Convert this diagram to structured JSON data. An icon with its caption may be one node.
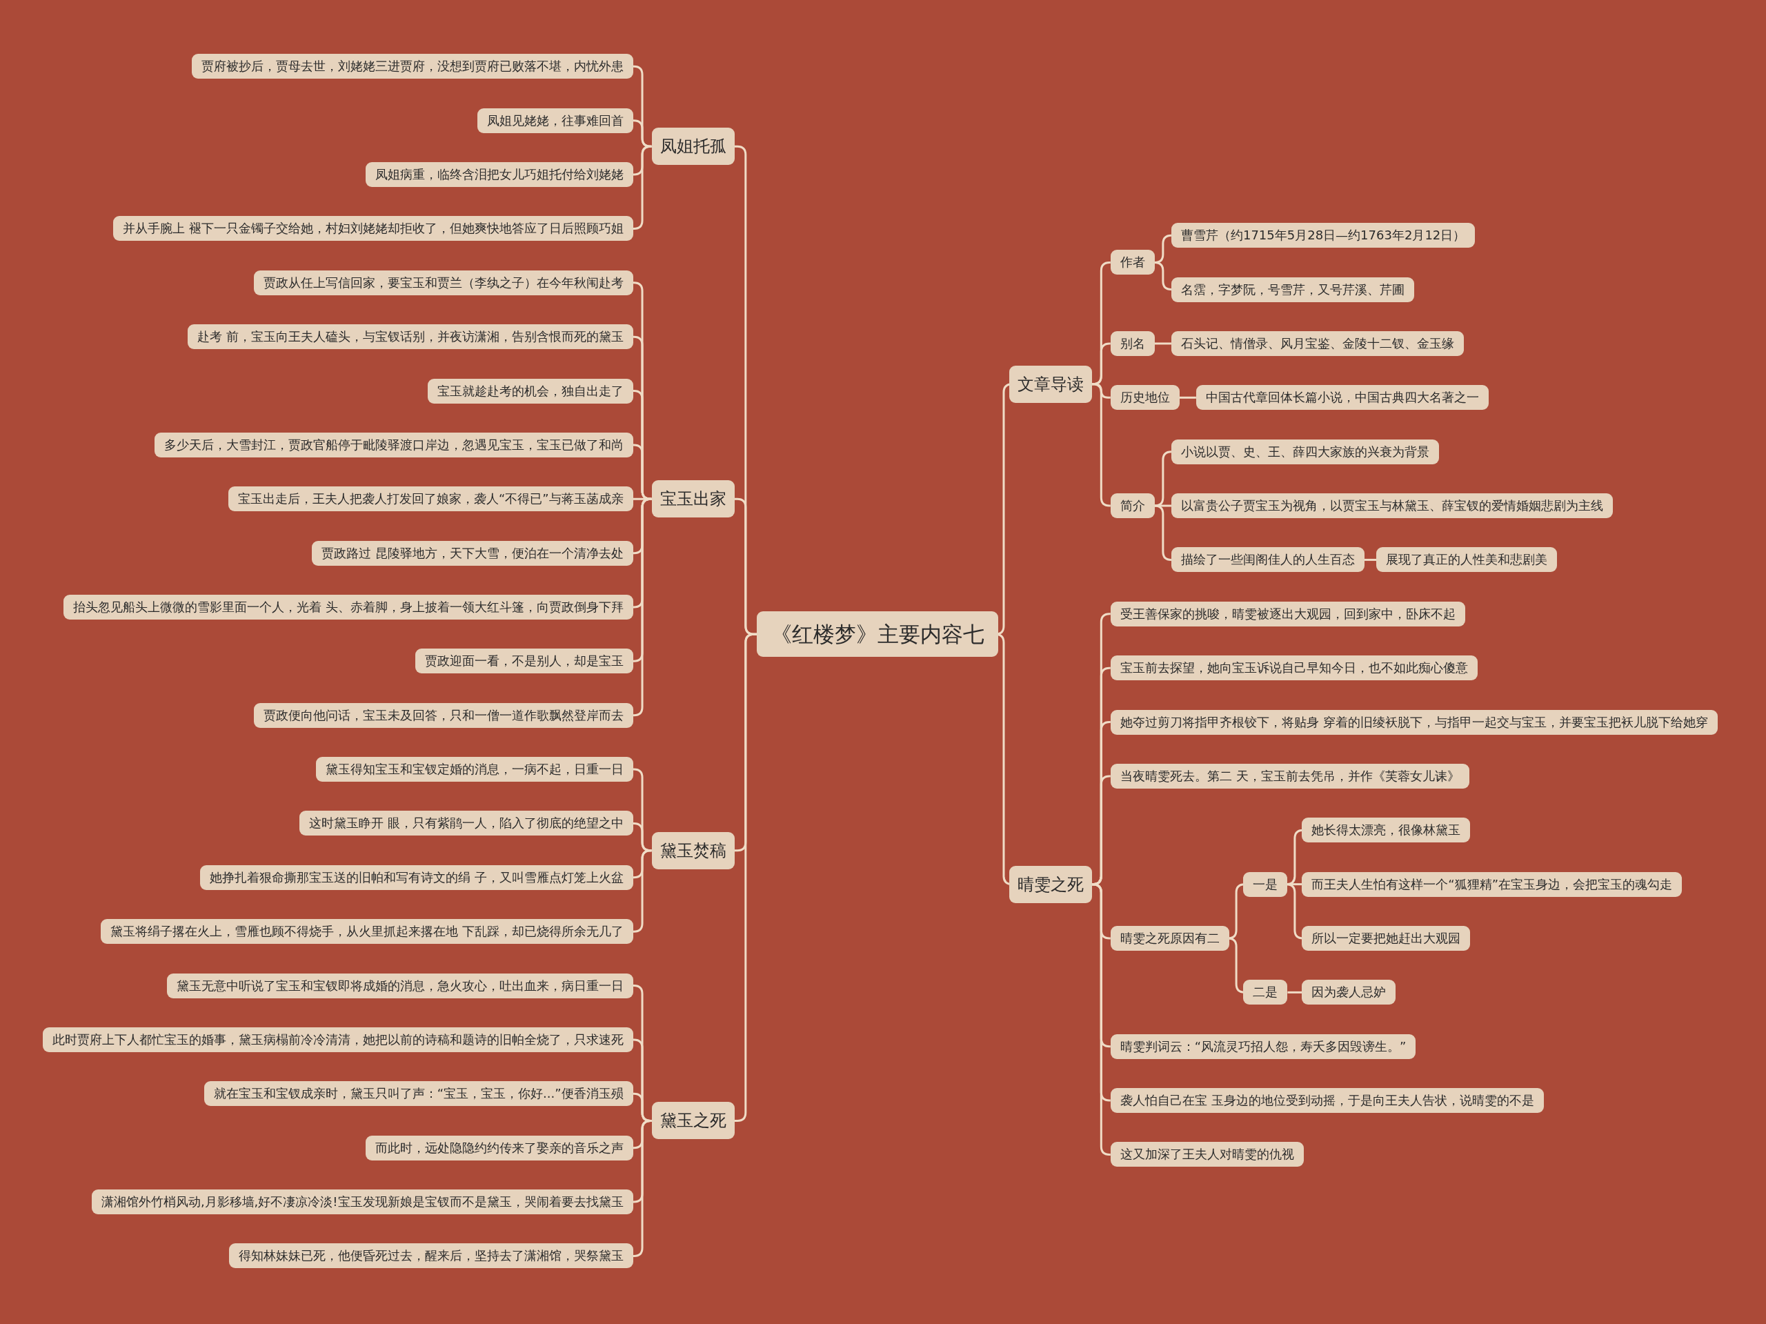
{
  "diagram": {
    "nodes": [
      {
        "text": [
          "《红楼梦》主要内容七"
        ]
      },
      {
        "text": [
          "凤姐托孤"
        ]
      },
      {
        "text": [
          "贾府被抄后，贾母去世，刘姥姥三进贾府，没想到贾府已败落不堪，内忧外患"
        ]
      },
      {
        "text": [
          "凤姐见姥姥，往事难回首"
        ]
      },
      {
        "text": [
          "凤姐病重，临终含泪把女儿巧姐托付给刘姥姥"
        ]
      },
      {
        "text": [
          "并从手腕上 褪下一只金镯子交给她，村妇刘姥姥却拒收了，但她爽快地答应了日后照顾巧姐"
        ]
      },
      {
        "text": [
          "宝玉出家"
        ]
      },
      {
        "text": [
          "贾政从任上写信回家，要宝玉和贾兰（李纨之子）在今年秋闱赴考"
        ]
      },
      {
        "text": [
          "赴考 前，宝玉向王夫人磕头，与宝钗话别，并夜访潇湘，告别含恨而死的黛玉"
        ]
      },
      {
        "text": [
          "宝玉就趁赴考的机会，独自出走了"
        ]
      },
      {
        "text": [
          "多少天后，大雪封江，贾政官船停于毗陵驿渡口岸边，忽遇见宝玉，宝玉已做了和尚"
        ]
      },
      {
        "text": [
          "宝玉出走后，王夫人把袭人打发回了娘家，袭人“不得已”与蒋玉菡成亲"
        ]
      },
      {
        "text": [
          "贾政路过 昆陵驿地方，天下大雪，便泊在一个清净去处"
        ]
      },
      {
        "text": [
          "抬头忽见船头上微微的雪影里面一个人，光着 头、赤着脚，身上披着一领大红斗篷，向贾政倒身下拜"
        ]
      },
      {
        "text": [
          "贾政迎面一看，不是别人，却是宝玉"
        ]
      },
      {
        "text": [
          "贾政便向他问话，宝玉未及回答，只和一僧一道作歌飘然登岸而去"
        ]
      },
      {
        "text": [
          "黛玉焚稿"
        ]
      },
      {
        "text": [
          "黛玉得知宝玉和宝钗定婚的消息，一病不起，日重一日"
        ]
      },
      {
        "text": [
          "这时黛玉睁开 眼，只有紫鹃一人，陷入了彻底的绝望之中"
        ]
      },
      {
        "text": [
          "她挣扎着狠命撕那宝玉送的旧帕和写有诗文的绢 子，又叫雪雁点灯笼上火盆"
        ]
      },
      {
        "text": [
          "黛玉将绢子撂在火上，雪雁也顾不得烧手，从火里抓起来撂在地 下乱踩，却已烧得所余无几了"
        ]
      },
      {
        "text": [
          "黛玉之死"
        ]
      },
      {
        "text": [
          "黛玉无意中听说了宝玉和宝钗即将成婚的消息，急火攻心，吐出血来，病日重一日"
        ]
      },
      {
        "text": [
          "此时贾府上下人都忙宝玉的婚事，黛玉病榻前冷冷清清，她把以前的诗稿和题诗的旧帕全烧了，只求速死"
        ]
      },
      {
        "text": [
          "就在宝玉和宝钗成亲时，黛玉只叫了声：“宝玉，宝玉，你好...”便香消玉殒"
        ]
      },
      {
        "text": [
          "而此时，远处隐隐约约传来了娶亲的音乐之声"
        ]
      },
      {
        "text": [
          "潇湘馆外竹梢风动,月影移墙,好不凄凉冷淡!宝玉发现新娘是宝钗而不是黛玉，哭闹着要去找黛玉"
        ]
      },
      {
        "text": [
          "得知林妹妹已死，他便昏死过去，醒来后，坚持去了潇湘馆，哭祭黛玉"
        ]
      },
      {
        "text": [
          "文章导读"
        ]
      },
      {
        "text": [
          "作者"
        ]
      },
      {
        "text": [
          "曹雪芹（约1715年5月28日—约1763年2月12日）"
        ]
      },
      {
        "text": [
          "名霑，字梦阮，号雪芹，又号芹溪、芹圃"
        ]
      },
      {
        "text": [
          "别名"
        ]
      },
      {
        "text": [
          "石头记、情僧录、风月宝鉴、金陵十二钗、金玉缘"
        ]
      },
      {
        "text": [
          "历史地位"
        ]
      },
      {
        "text": [
          "中国古代章回体长篇小说，中国古典四大名著之一"
        ]
      },
      {
        "text": [
          "简介"
        ]
      },
      {
        "text": [
          "小说以贾、史、王、薛四大家族的兴衰为背景"
        ]
      },
      {
        "text": [
          "以富贵公子贾宝玉为视角，以贾宝玉与林黛玉、薛宝钗的爱情婚姻悲剧为主线"
        ]
      },
      {
        "text": [
          "描绘了一些闺阁佳人的人生百态"
        ]
      },
      {
        "text": [
          "展现了真正的人性美和悲剧美"
        ]
      },
      {
        "text": [
          "晴雯之死"
        ]
      },
      {
        "text": [
          "受王善保家的挑唆，晴雯被逐出大观园，回到家中，卧床不起"
        ]
      },
      {
        "text": [
          "宝玉前去探望，她向宝玉诉说自己早知今日，也不如此痴心傻意"
        ]
      },
      {
        "text": [
          "她夺过剪刀将指甲齐根铰下，将贴身 穿着的旧绫袄脱下，与指甲一起交与宝玉，并要宝玉把袄儿脱下给她穿"
        ]
      },
      {
        "text": [
          "当夜晴雯死去。第二 天，宝玉前去凭吊，并作《芙蓉女儿诔》"
        ]
      },
      {
        "text": [
          "晴雯之死原因有二"
        ]
      },
      {
        "text": [
          "一是"
        ]
      },
      {
        "text": [
          "她长得太漂亮，很像林黛玉"
        ]
      },
      {
        "text": [
          "而王夫人生怕有这样一个“狐狸精”在宝玉身边，会把宝玉的魂勾走"
        ]
      },
      {
        "text": [
          "所以一定要把她赶出大观园"
        ]
      },
      {
        "text": [
          "二是"
        ]
      },
      {
        "text": [
          "因为袭人忌妒"
        ]
      },
      {
        "text": [
          "晴雯判词云：“风流灵巧招人怨，寿夭多因毁谤生。”"
        ]
      },
      {
        "text": [
          "袭人怕自己在宝 玉身边的地位受到动摇，于是向王夫人告状，说晴雯的不是"
        ]
      },
      {
        "text": [
          "这又加深了王夫人对晴雯的仇视"
        ]
      }
    ],
    "edges": [
      {
        "from": 0,
        "to": 1,
        "arrow": "none"
      },
      {
        "from": 1,
        "to": 2,
        "arrow": "none"
      },
      {
        "from": 1,
        "to": 3,
        "arrow": "none"
      },
      {
        "from": 1,
        "to": 4,
        "arrow": "none"
      },
      {
        "from": 1,
        "to": 5,
        "arrow": "none"
      },
      {
        "from": 0,
        "to": 6,
        "arrow": "none"
      },
      {
        "from": 6,
        "to": 7,
        "arrow": "none"
      },
      {
        "from": 6,
        "to": 8,
        "arrow": "none"
      },
      {
        "from": 6,
        "to": 9,
        "arrow": "none"
      },
      {
        "from": 6,
        "to": 10,
        "arrow": "none"
      },
      {
        "from": 6,
        "to": 11,
        "arrow": "none"
      },
      {
        "from": 6,
        "to": 12,
        "arrow": "none"
      },
      {
        "from": 6,
        "to": 13,
        "arrow": "none"
      },
      {
        "from": 6,
        "to": 14,
        "arrow": "none"
      },
      {
        "from": 6,
        "to": 15,
        "arrow": "none"
      },
      {
        "from": 0,
        "to": 16,
        "arrow": "none"
      },
      {
        "from": 16,
        "to": 17,
        "arrow": "none"
      },
      {
        "from": 16,
        "to": 18,
        "arrow": "none"
      },
      {
        "from": 16,
        "to": 19,
        "arrow": "none"
      },
      {
        "from": 16,
        "to": 20,
        "arrow": "none"
      },
      {
        "from": 0,
        "to": 21,
        "arrow": "none"
      },
      {
        "from": 21,
        "to": 22,
        "arrow": "none"
      },
      {
        "from": 21,
        "to": 23,
        "arrow": "none"
      },
      {
        "from": 21,
        "to": 24,
        "arrow": "none"
      },
      {
        "from": 21,
        "to": 25,
        "arrow": "none"
      },
      {
        "from": 21,
        "to": 26,
        "arrow": "none"
      },
      {
        "from": 21,
        "to": 27,
        "arrow": "none"
      },
      {
        "from": 0,
        "to": 28,
        "arrow": "none"
      },
      {
        "from": 28,
        "to": 29,
        "arrow": "none"
      },
      {
        "from": 29,
        "to": 30,
        "arrow": "none"
      },
      {
        "from": 29,
        "to": 31,
        "arrow": "none"
      },
      {
        "from": 28,
        "to": 32,
        "arrow": "none"
      },
      {
        "from": 32,
        "to": 33,
        "arrow": "none"
      },
      {
        "from": 28,
        "to": 34,
        "arrow": "none"
      },
      {
        "from": 34,
        "to": 35,
        "arrow": "none"
      },
      {
        "from": 28,
        "to": 36,
        "arrow": "none"
      },
      {
        "from": 36,
        "to": 37,
        "arrow": "none"
      },
      {
        "from": 36,
        "to": 38,
        "arrow": "none"
      },
      {
        "from": 36,
        "to": 39,
        "arrow": "none"
      },
      {
        "from": 39,
        "to": 40,
        "arrow": "none"
      },
      {
        "from": 0,
        "to": 41,
        "arrow": "none"
      },
      {
        "from": 41,
        "to": 42,
        "arrow": "none"
      },
      {
        "from": 41,
        "to": 43,
        "arrow": "none"
      },
      {
        "from": 41,
        "to": 44,
        "arrow": "none"
      },
      {
        "from": 41,
        "to": 45,
        "arrow": "none"
      },
      {
        "from": 41,
        "to": 46,
        "arrow": "none"
      },
      {
        "from": 46,
        "to": 47,
        "arrow": "none"
      },
      {
        "from": 47,
        "to": 48,
        "arrow": "none"
      },
      {
        "from": 47,
        "to": 49,
        "arrow": "none"
      },
      {
        "from": 47,
        "to": 50,
        "arrow": "none"
      },
      {
        "from": 46,
        "to": 51,
        "arrow": "none"
      },
      {
        "from": 51,
        "to": 52,
        "arrow": "none"
      },
      {
        "from": 41,
        "to": 53,
        "arrow": "none"
      },
      {
        "from": 41,
        "to": 54,
        "arrow": "none"
      },
      {
        "from": 41,
        "to": 55,
        "arrow": "none"
      }
    ]
  }
}
